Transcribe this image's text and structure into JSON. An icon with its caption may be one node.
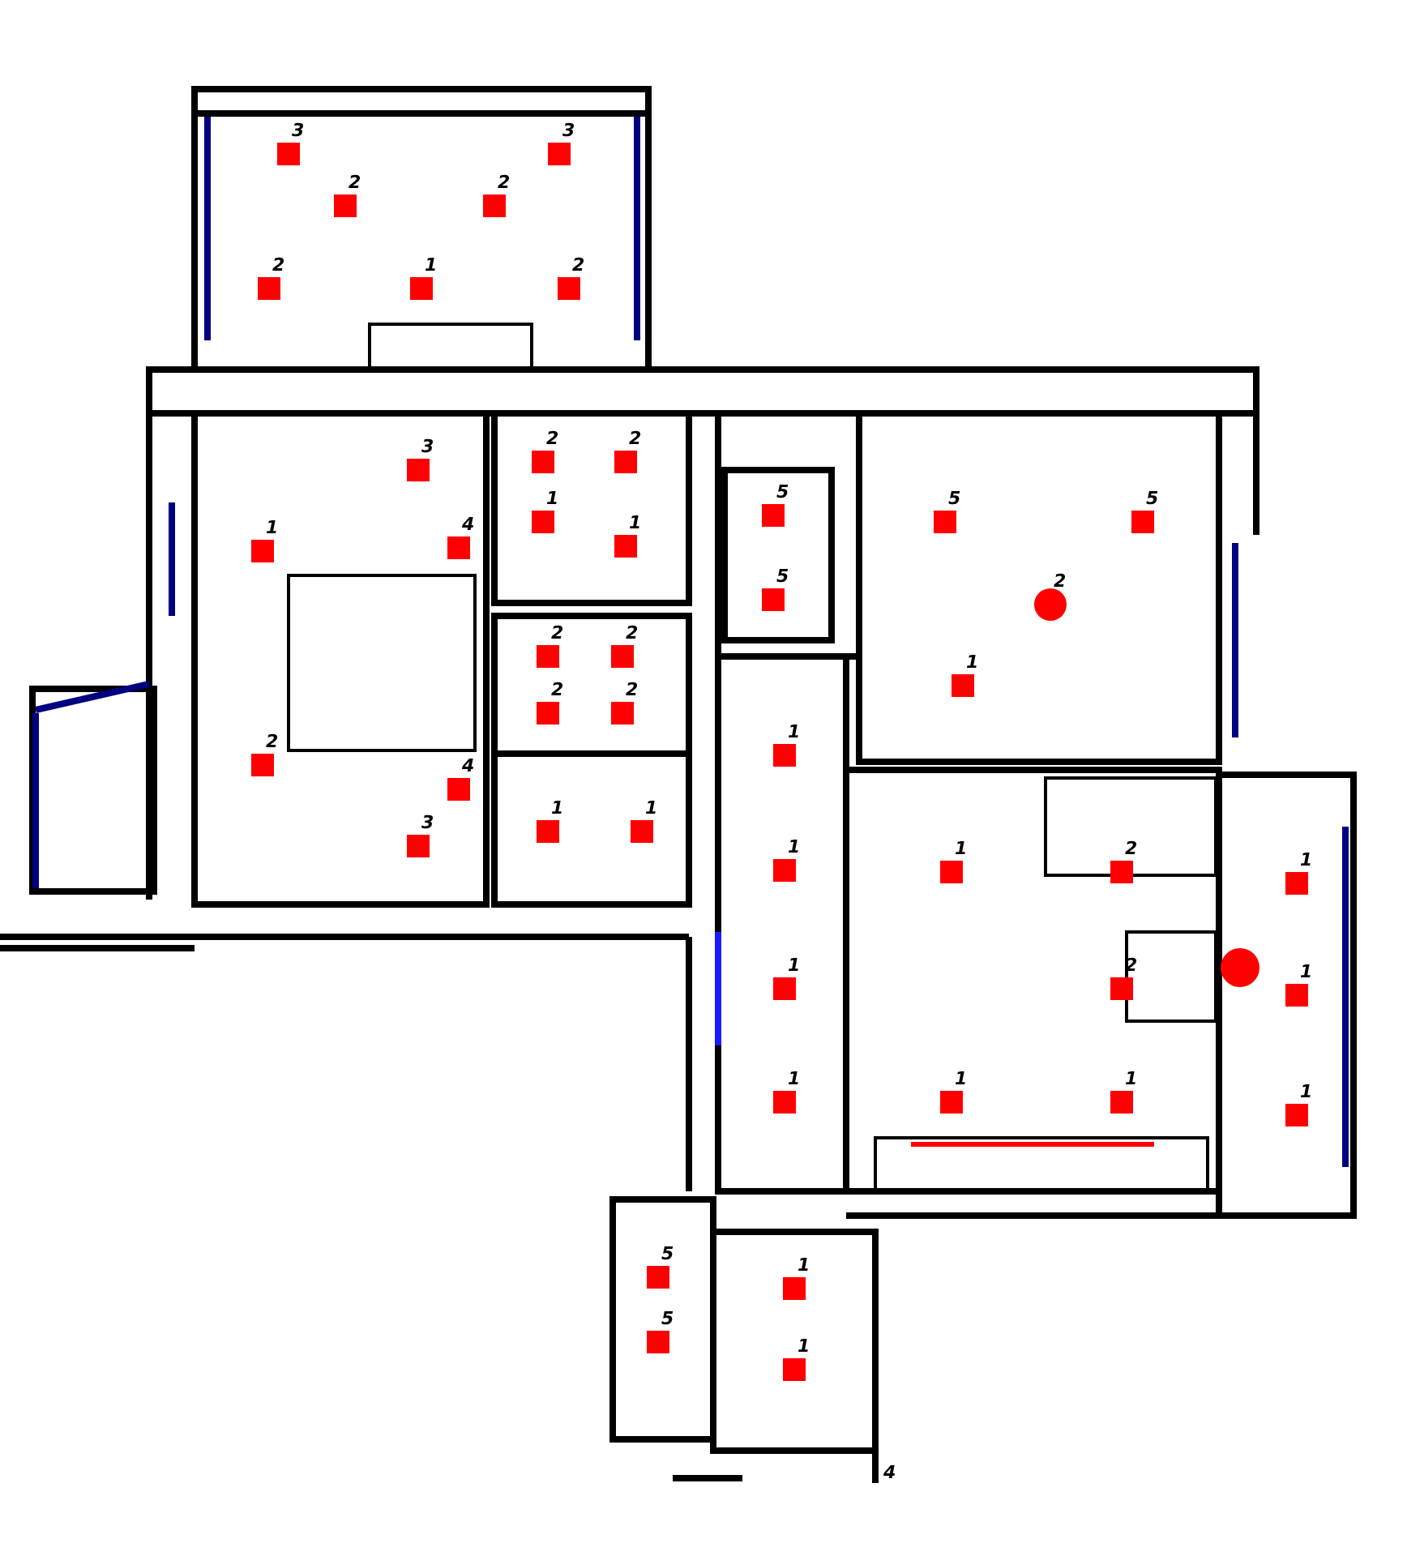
{
  "diagram": {
    "labels": [
      "3",
      "3",
      "2",
      "2",
      "2",
      "1",
      "2",
      "3",
      "2",
      "2",
      "1",
      "1",
      "4",
      "1",
      "5",
      "5",
      "2",
      "2",
      "2",
      "2",
      "5",
      "5",
      "2",
      "1",
      "2",
      "4",
      "3",
      "1",
      "1",
      "1",
      "1",
      "2",
      "1",
      "1",
      "2",
      "1",
      "1",
      "1",
      "1",
      "1",
      "1",
      "5",
      "1",
      "5",
      "1",
      "4"
    ]
  }
}
